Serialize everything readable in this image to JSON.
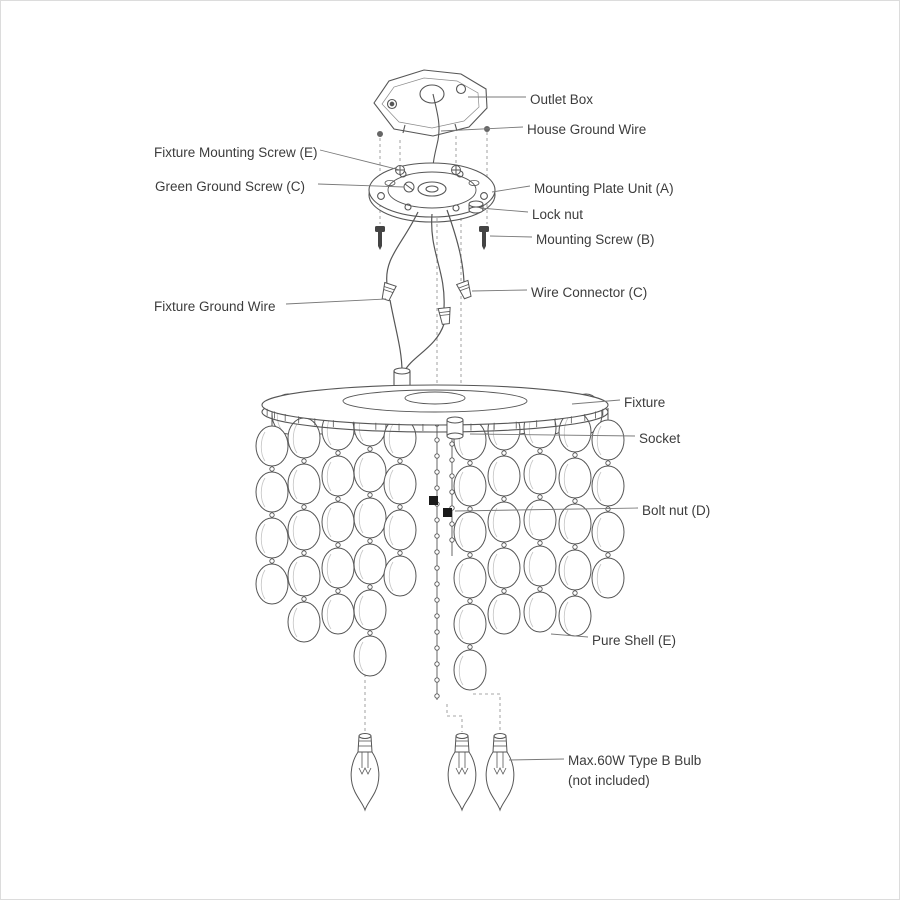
{
  "labels": {
    "outlet_box": "Outlet Box",
    "house_ground_wire": "House Ground Wire",
    "fixture_mounting_screw": "Fixture Mounting Screw (E)",
    "green_ground_screw": "Green Ground Screw (C)",
    "mounting_plate_unit": "Mounting Plate Unit (A)",
    "lock_nut": "Lock nut",
    "mounting_screw": "Mounting Screw (B)",
    "wire_connector": "Wire Connector (C)",
    "fixture_ground_wire": "Fixture Ground Wire",
    "fixture": "Fixture",
    "socket": "Socket",
    "bolt_nut": "Bolt nut (D)",
    "pure_shell": "Pure Shell (E)",
    "bulb_note_line1": "Max.60W Type B Bulb",
    "bulb_note_line2": "(not included)"
  },
  "colors": {
    "line": "#565656",
    "leader": "#7a7a7a",
    "label_text": "#3c3c3c",
    "background": "#ffffff",
    "bolt_nut_fill": "#1a1a1a"
  }
}
